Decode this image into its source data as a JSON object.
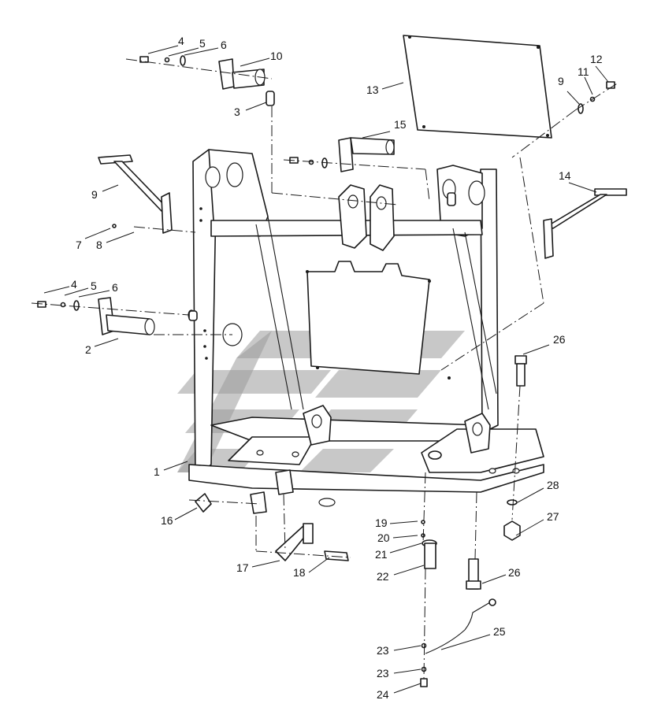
{
  "callouts": [
    "1",
    "2",
    "3",
    "4",
    "5",
    "6",
    "7",
    "8",
    "9",
    "10",
    "11",
    "12",
    "13",
    "14",
    "15",
    "16",
    "17",
    "18",
    "19",
    "20",
    "21",
    "22",
    "23",
    "24",
    "25",
    "26",
    "27",
    "28"
  ],
  "icons": {
    "watermark": "diagonal-stripe-logo"
  }
}
